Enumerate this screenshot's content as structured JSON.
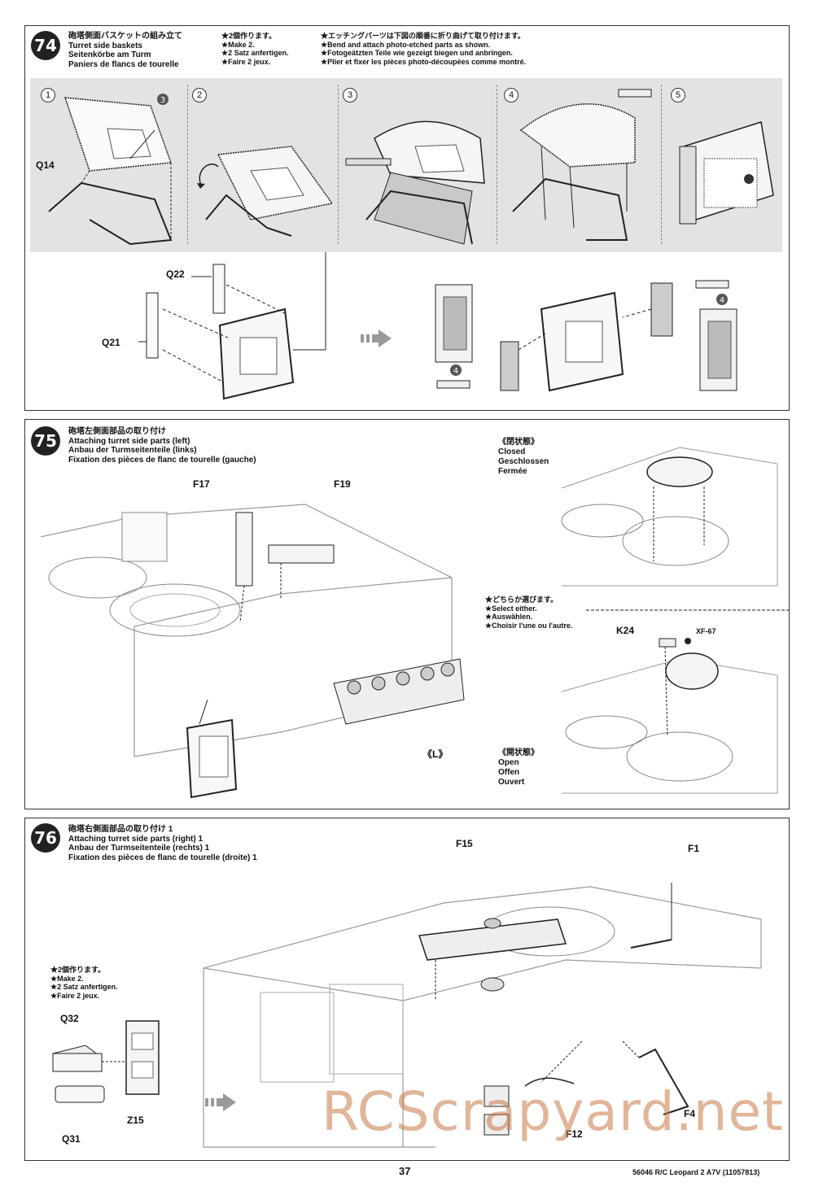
{
  "steps": [
    {
      "number": "74",
      "title_ja": "砲塔側面バスケットの組み立て",
      "title_en": "Turret side baskets",
      "title_de": "Seitenkörbe am Turm",
      "title_fr": "Paniers de flancs de tourelle",
      "note_make": [
        "★2個作ります。",
        "★Make 2.",
        "★2 Satz anfertigen.",
        "★Faire 2 jeux."
      ],
      "note_bend": [
        "★エッチングパーツは下図の順番に折り曲げて取り付けます。",
        "★Bend and attach photo-etched parts as shown.",
        "★Fotogeätzten Teile wie gezeigt biegen und anbringen.",
        "★Plier et fixer les pièces photo-découpées comme montré."
      ],
      "substeps": [
        "1",
        "2",
        "3",
        "4",
        "5"
      ],
      "part_labels": {
        "q14": "Q14",
        "q22": "Q22",
        "q21": "Q21"
      },
      "callouts": [
        "3",
        "4",
        "4"
      ]
    },
    {
      "number": "75",
      "title_ja": "砲塔左側面部品の取り付け",
      "title_en": "Attaching turret side parts (left)",
      "title_de": "Anbau der Turmseitenteile (links)",
      "title_fr": "Fixation des pièces de flanc de tourelle (gauche)",
      "part_labels": {
        "f17": "F17",
        "f19": "F19",
        "l": "《L》",
        "k24": "K24",
        "xf67": "XF-67"
      },
      "closed": [
        "《閉状態》",
        "Closed",
        "Geschlossen",
        "Fermée"
      ],
      "select": [
        "★どちらか選びます。",
        "★Select either.",
        "★Auswählen.",
        "★Choisir l'une ou l'autre."
      ],
      "open": [
        "《開状態》",
        "Open",
        "Offen",
        "Ouvert"
      ]
    },
    {
      "number": "76",
      "title_ja": "砲塔右側面部品の取り付け 1",
      "title_en": "Attaching turret side parts (right) 1",
      "title_de": "Anbau der Turmseitenteile (rechts) 1",
      "title_fr": "Fixation des pièces de flanc de tourelle (droite) 1",
      "note_make": [
        "★2個作ります。",
        "★Make 2.",
        "★2 Satz anfertigen.",
        "★Faire 2 jeux."
      ],
      "part_labels": {
        "f15": "F15",
        "f1": "F1",
        "q32": "Q32",
        "z15": "Z15",
        "q31": "Q31",
        "f12": "F12",
        "f4": "F4"
      }
    }
  ],
  "footer": {
    "page": "37",
    "product": "56046 R/C Leopard 2 A7V (11057813)"
  },
  "watermark": "RCScrapyard.net"
}
